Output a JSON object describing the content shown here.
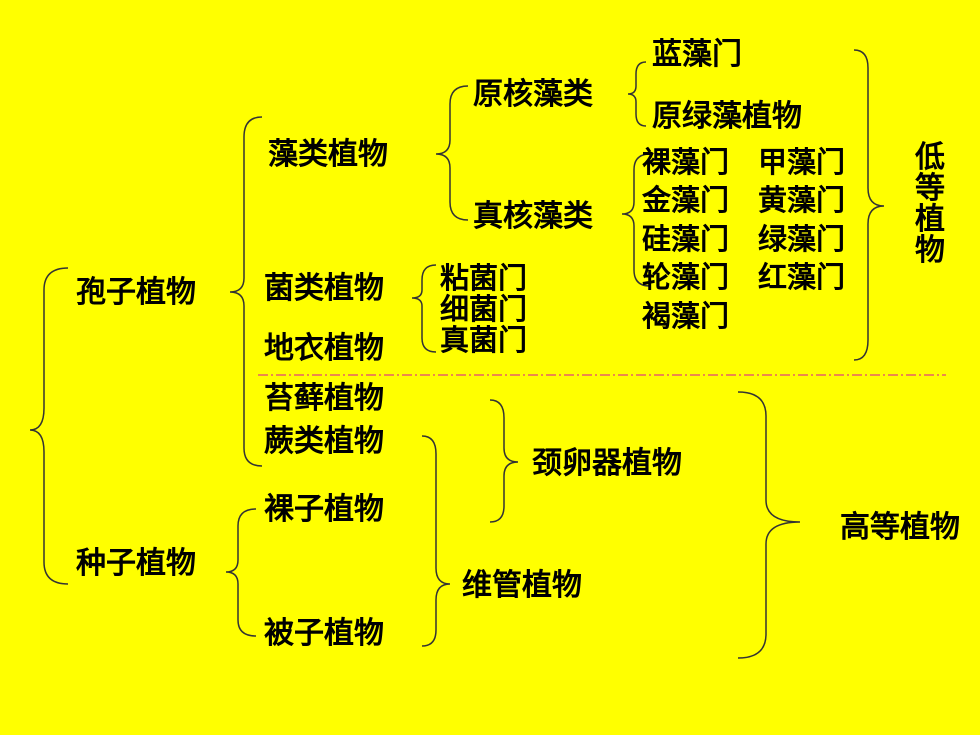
{
  "spore_plants": "孢子植物",
  "seed_plants": "种子植物",
  "algae": "藻类植物",
  "fungi": "菌类植物",
  "lichen": "地衣植物",
  "moss": "苔藓植物",
  "fern": "蕨类植物",
  "gymnosperm": "裸子植物",
  "angiosperm": "被子植物",
  "prokaryotic_algae": "原核藻类",
  "eukaryotic_algae": "真核藻类",
  "cyanophyta": "蓝藻门",
  "prochlorophyta": "原绿藻植物",
  "eukaryotic_phyla": [
    "裸藻门",
    "甲藻门",
    "金藻门",
    "黄藻门",
    "硅藻门",
    "绿藻门",
    "轮藻门",
    "红藻门",
    "褐藻门"
  ],
  "fungi_phyla": [
    "粘菌门",
    "细菌门",
    "真菌门"
  ],
  "lower_plants": "低等植物",
  "archegoniate": "颈卵器植物",
  "vascular": "维管植物",
  "higher_plants": "高等植物",
  "colors": {
    "background": "#FFFF00",
    "text": "#000000",
    "divider": "#E0407A",
    "brace": "#333333"
  }
}
